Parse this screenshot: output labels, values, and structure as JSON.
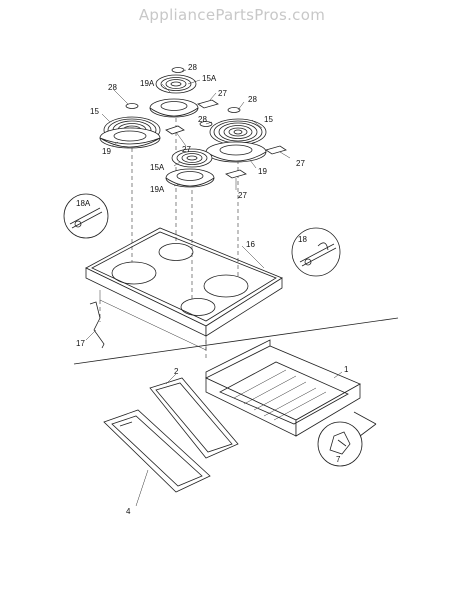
{
  "watermark": "AppliancePartsPros.com",
  "labels": {
    "p28a": "28",
    "p15Aa": "15A",
    "p28b": "28",
    "p19Aa": "19A",
    "p27a": "27",
    "p28c": "28",
    "p15a": "15",
    "p28d": "28",
    "p15b": "15",
    "p19a": "19",
    "p27b": "27",
    "p27c": "27",
    "p15Ab": "15A",
    "p19b": "19",
    "p19Ab": "19A",
    "p27d": "27",
    "p18A": "18A",
    "p16": "16",
    "p18": "18",
    "p17": "17",
    "p1": "1",
    "p2": "2",
    "p7": "7",
    "p4": "4"
  },
  "colors": {
    "line": "#222222",
    "watermark": "#c8c8c8"
  }
}
